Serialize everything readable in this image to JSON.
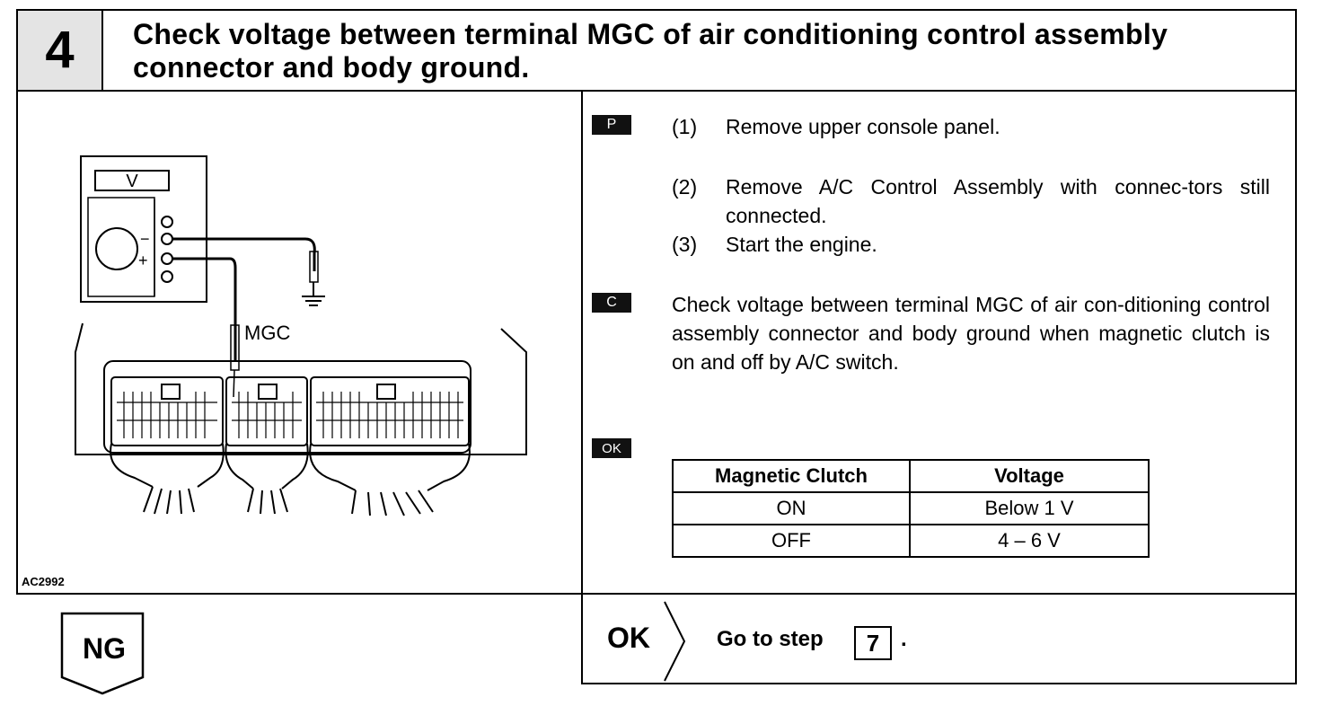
{
  "header": {
    "step_number": "4",
    "title": "Check voltage between terminal MGC of air conditioning control assembly connector and body ground."
  },
  "figure": {
    "meter_label": "V",
    "minus_label": "−",
    "plus_label": "+",
    "terminal_label": "MGC",
    "figure_code": "AC2992"
  },
  "tags": {
    "prepare": "P",
    "check": "C",
    "ok": "OK"
  },
  "steps": [
    {
      "num": "(1)",
      "text": "Remove upper console panel."
    },
    {
      "num": "(2)",
      "text": "Remove A/C Control Assembly with connec-tors still connected."
    },
    {
      "num": "(3)",
      "text": "Start the engine."
    }
  ],
  "check_text": "Check voltage between terminal MGC of air con-ditioning control assembly connector and body ground when magnetic clutch is on and off by A/C switch.",
  "spec_table": {
    "headers": [
      "Magnetic Clutch",
      "Voltage"
    ],
    "rows": [
      [
        "ON",
        "Below 1 V"
      ],
      [
        "OFF",
        "4 – 6 V"
      ]
    ]
  },
  "result_ok": {
    "label": "OK",
    "text": "Go to step",
    "step": "7",
    "period": "."
  },
  "result_ng": {
    "label": "NG"
  }
}
